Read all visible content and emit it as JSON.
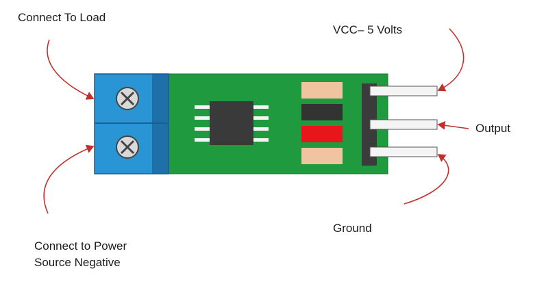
{
  "labels": {
    "connect_to_load": "Connect To Load",
    "vcc": "VCC– 5 Volts",
    "output": "Output",
    "ground": "Ground",
    "connect_to_power_line1": "Connect to Power",
    "connect_to_power_line2": "Source Negative"
  },
  "colors": {
    "pcb": "#1f9a3f",
    "terminal_block": "#2a95d4",
    "ic_body": "#3a3a3a",
    "pad_tan": "#f0c49e",
    "pad_dark": "#333333",
    "pad_red": "#e8161a",
    "pin_header": "#3b3b3b",
    "annotation_arrow": "#c2302a"
  }
}
